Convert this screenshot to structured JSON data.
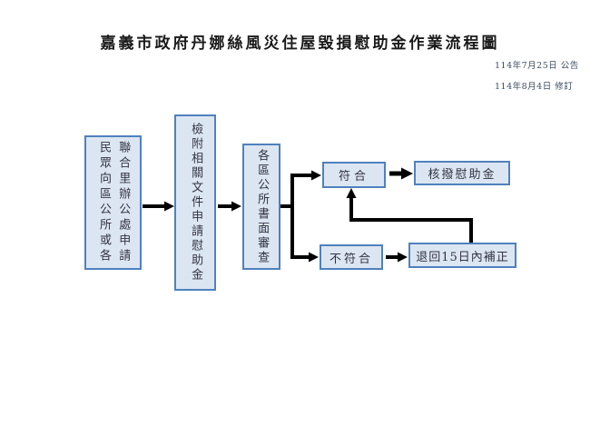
{
  "title": "嘉義市政府丹娜絲風災住屋毀損慰助金作業流程圖",
  "annotations": {
    "announced": "114年7月25日 公告",
    "revised": "114年8月4日 修訂"
  },
  "flow": {
    "apply": {
      "col_left": "民眾向區公所或各",
      "col_right": "聯合里辦公處申請"
    },
    "attach_documents": "檢附相關文件申請慰助金",
    "written_review": "各區公所書面審查",
    "conform": "符合",
    "disburse": "核撥慰助金",
    "not_conform": "不符合",
    "return_correction": "退回15日內補正"
  },
  "colors": {
    "background": "#ffffff",
    "box_fill": "#dce6f2",
    "box_border": "#4f81bd",
    "connector": "#000000"
  }
}
